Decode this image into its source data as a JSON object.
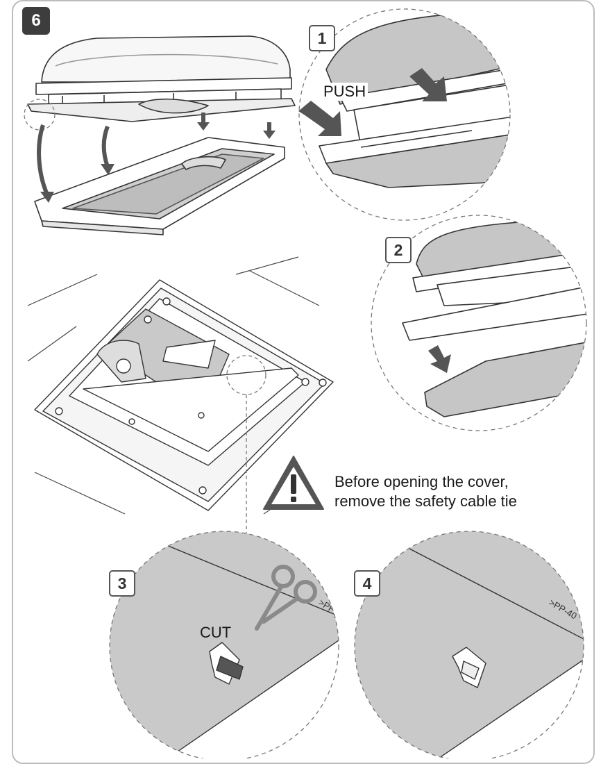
{
  "step": {
    "number": "6"
  },
  "details": [
    {
      "number": "1",
      "label": "PUSH"
    },
    {
      "number": "2",
      "label": ""
    },
    {
      "number": "3",
      "label": "CUT"
    },
    {
      "number": "4",
      "label": ""
    }
  ],
  "warning": {
    "line1": "Before opening the cover,",
    "line2": "remove the safety cable tie",
    "icon": "warning-triangle-icon"
  },
  "colors": {
    "badge_fill": "#3d3d3d",
    "arrow": "#555555",
    "panel_gray": "#c9c9c9",
    "outline": "#333333",
    "scissors": "#8a8a8a"
  }
}
